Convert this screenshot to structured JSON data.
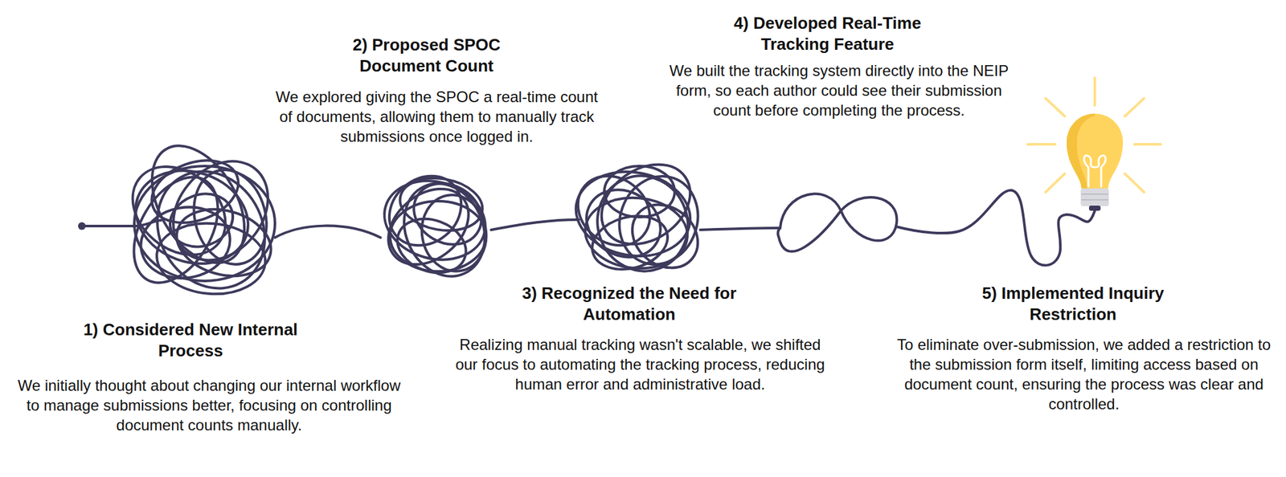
{
  "diagram": {
    "labels": [
      "1) Considered New Internal Process",
      "We initially thought about changing our internal workflow to manage submissions better, focusing on controlling document counts manually.",
      "2) Proposed SPOC Document Count",
      "We explored giving the SPOC a real-time count of documents, allowing them to manually track submissions once logged in.",
      "3) Recognized the Need for Automation",
      "Realizing manual tracking wasn't scalable, we shifted our focus to automating the tracking process, reducing human error and administrative load.",
      "4) Developed Real-Time Tracking Feature",
      "We built the tracking system directly into the NEIP form, so each author could see their submission count before completing the process.",
      "5) Implemented Inquiry Restriction",
      "To eliminate over-submission, we added a restriction to the submission form itself, limiting access based on document count, ensuring the process was clear and controlled."
    ]
  }
}
